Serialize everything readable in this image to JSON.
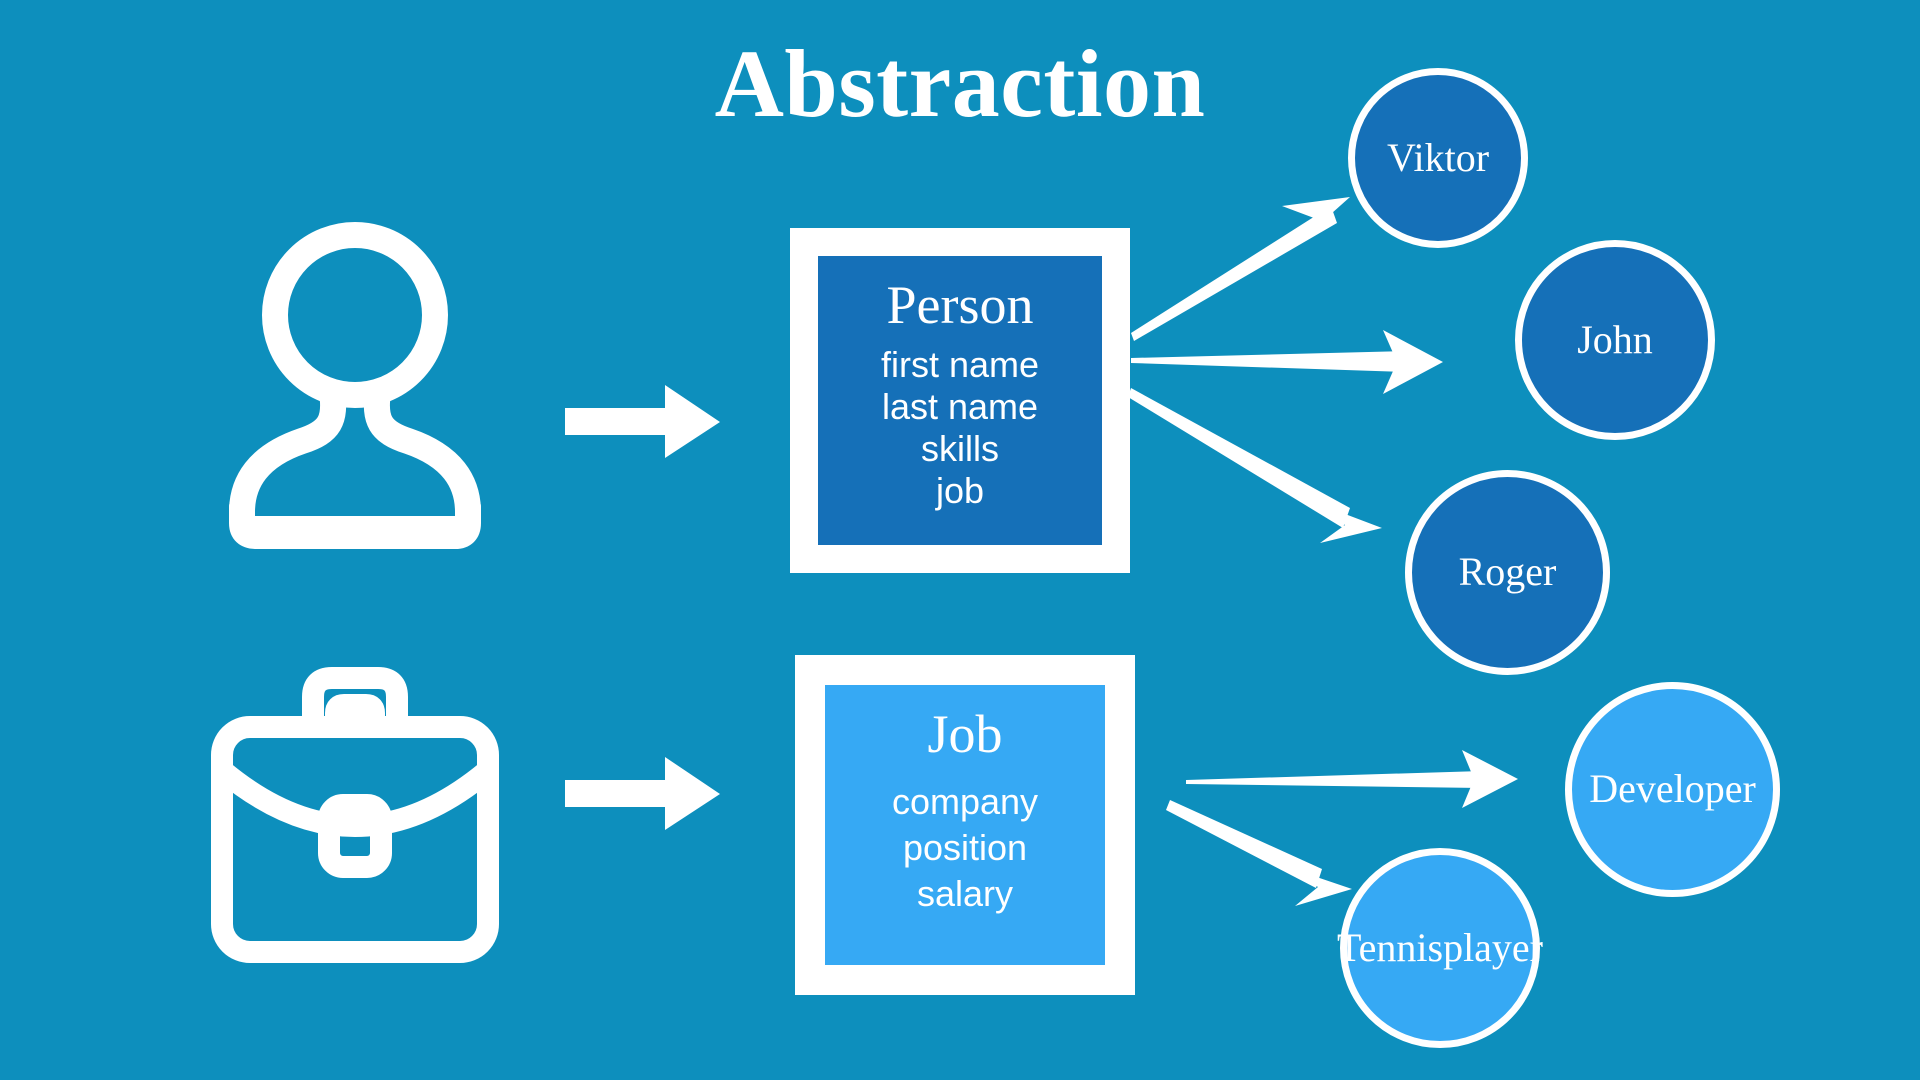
{
  "page": {
    "title": "Abstraction",
    "background_color": "#0d8fbd",
    "accent_dark": "#1570b8",
    "accent_light": "#36a9f4",
    "stroke_color": "#ffffff"
  },
  "rows": [
    {
      "icon_name": "person-icon",
      "flow_arrow_name": "icon-to-person-arrow",
      "entity": {
        "name": "Person",
        "fill": "#1570b8",
        "attributes": [
          "first name",
          "last name",
          "skills",
          "job"
        ]
      },
      "instances": [
        {
          "label": "Viktor",
          "fill": "#1570b8"
        },
        {
          "label": "John",
          "fill": "#1570b8"
        },
        {
          "label": "Roger",
          "fill": "#1570b8"
        }
      ]
    },
    {
      "icon_name": "briefcase-icon",
      "flow_arrow_name": "icon-to-job-arrow",
      "entity": {
        "name": "Job",
        "fill": "#36a9f4",
        "attributes": [
          "company",
          "position",
          "salary"
        ]
      },
      "instances": [
        {
          "label": "Developer",
          "fill": "#36a9f4"
        },
        {
          "label": "Tennis\nplayer",
          "fill": "#36a9f4"
        }
      ]
    }
  ]
}
